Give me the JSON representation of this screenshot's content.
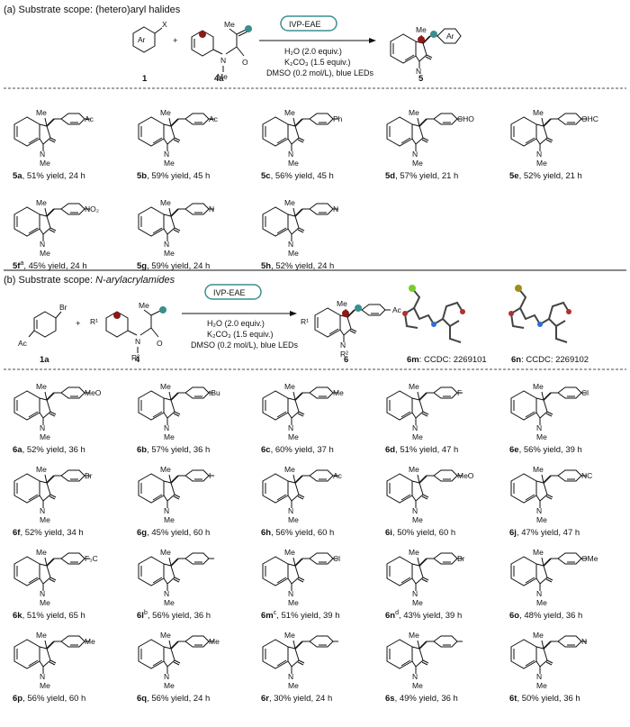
{
  "section_a": {
    "title_prefix": "(a) Substrate scope: ",
    "title_rest": "(hetero)aryl halides",
    "reagent1_label": "1",
    "reagent2_label": "4a",
    "product_label": "5",
    "plus": "+",
    "catalyst": "IVP-EAE",
    "conditions": [
      "H₂O (2.0 equiv.)",
      "K₂CO₃ (1.5 equiv.)",
      "DMSO (0.2 mol/L), blue LEDs"
    ],
    "atoms": {
      "ar": "Ar",
      "x": "X",
      "me": "Me",
      "n": "N",
      "o": "O"
    }
  },
  "section_a_products": [
    {
      "id": "5a",
      "text": ", 51% yield, 24 h",
      "sub": "Ac"
    },
    {
      "id": "5b",
      "text": ", 59% yield, 45 h",
      "sub": "Ac"
    },
    {
      "id": "5c",
      "text": ", 56% yield, 45 h",
      "sub": "Ph"
    },
    {
      "id": "5d",
      "text": ", 57% yield, 21 h",
      "sub": "CHO"
    },
    {
      "id": "5e",
      "text": ", 52% yield, 21 h",
      "sub": "OHC"
    },
    {
      "id": "5f",
      "sup": "a",
      "text": ", 45% yield, 24 h",
      "sub": "NO₂"
    },
    {
      "id": "5g",
      "text": ", 59% yield, 24 h",
      "sub": "N"
    },
    {
      "id": "5h",
      "text": ", 52% yield, 24 h",
      "sub": "N"
    }
  ],
  "section_b": {
    "title_prefix": "(b) Substrate scope: ",
    "title_rest": "N-arylacrylamides",
    "reagent1_label": "1a",
    "reagent2_label": "4",
    "product_label": "6",
    "plus": "+",
    "catalyst": "IVP-EAE",
    "conditions": [
      "H₂O (2.0 equiv.)",
      "K₂CO₃ (1.5 equiv.)",
      "DMSO (0.2 mol/L), blue LEDs"
    ],
    "atoms": {
      "br": "Br",
      "ac": "Ac",
      "r1": "R¹",
      "r2": "R²",
      "me": "Me",
      "n": "N",
      "o": "O"
    },
    "crystals": [
      {
        "id": "6m",
        "text": ": CCDC: 2269101"
      },
      {
        "id": "6n",
        "text": ": CCDC: 2269102"
      }
    ]
  },
  "section_b_products": [
    {
      "id": "6a",
      "text": ", 52% yield, 36 h",
      "sub": "MeO"
    },
    {
      "id": "6b",
      "text": ", 57% yield, 36 h",
      "sub": "tBu"
    },
    {
      "id": "6c",
      "text": ", 60% yield, 37 h",
      "sub": "Me"
    },
    {
      "id": "6d",
      "text": ", 51% yield, 47 h",
      "sub": "F"
    },
    {
      "id": "6e",
      "text": ", 56% yield, 39 h",
      "sub": "Cl"
    },
    {
      "id": "6f",
      "text": ", 52% yield, 34 h",
      "sub": "Br"
    },
    {
      "id": "6g",
      "text": ", 45% yield, 60 h",
      "sub": "I"
    },
    {
      "id": "6h",
      "text": ", 56% yield, 60 h",
      "sub": "Ac"
    },
    {
      "id": "6i",
      "text": ", 50% yield, 60 h",
      "sub": "MeO"
    },
    {
      "id": "6j",
      "text": ", 47% yield, 47 h",
      "sub": "NC"
    },
    {
      "id": "6k",
      "text": ", 51% yield, 65 h",
      "sub": "F₃C"
    },
    {
      "id": "6l",
      "sup": "b",
      "text": ", 56% yield, 36 h",
      "sub": ""
    },
    {
      "id": "6m",
      "sup": "c",
      "text": ", 51% yield, 39 h",
      "sub": "Cl"
    },
    {
      "id": "6n",
      "sup": "d",
      "text": ", 43% yield, 39 h",
      "sub": "Br"
    },
    {
      "id": "6o",
      "text": ", 48% yield, 36 h",
      "sub": "OMe"
    },
    {
      "id": "6p",
      "text": ", 56% yield, 60 h",
      "sub": "Me"
    },
    {
      "id": "6q",
      "text": ", 56% yield, 24 h",
      "sub": "Me"
    },
    {
      "id": "6r",
      "text": ", 30% yield, 24 h",
      "sub": ""
    },
    {
      "id": "6s",
      "text": ", 49% yield, 36 h",
      "sub": ""
    },
    {
      "id": "6t",
      "text": ", 50% yield, 36 h",
      "sub": "N"
    }
  ],
  "colors": {
    "accent_red": "#b03030",
    "accent_blue": "#2f9fd0",
    "teal": "#3a8f8f",
    "dark_red": "#8b1a1a",
    "green": "#7acc2c",
    "olive": "#a08c1a"
  }
}
